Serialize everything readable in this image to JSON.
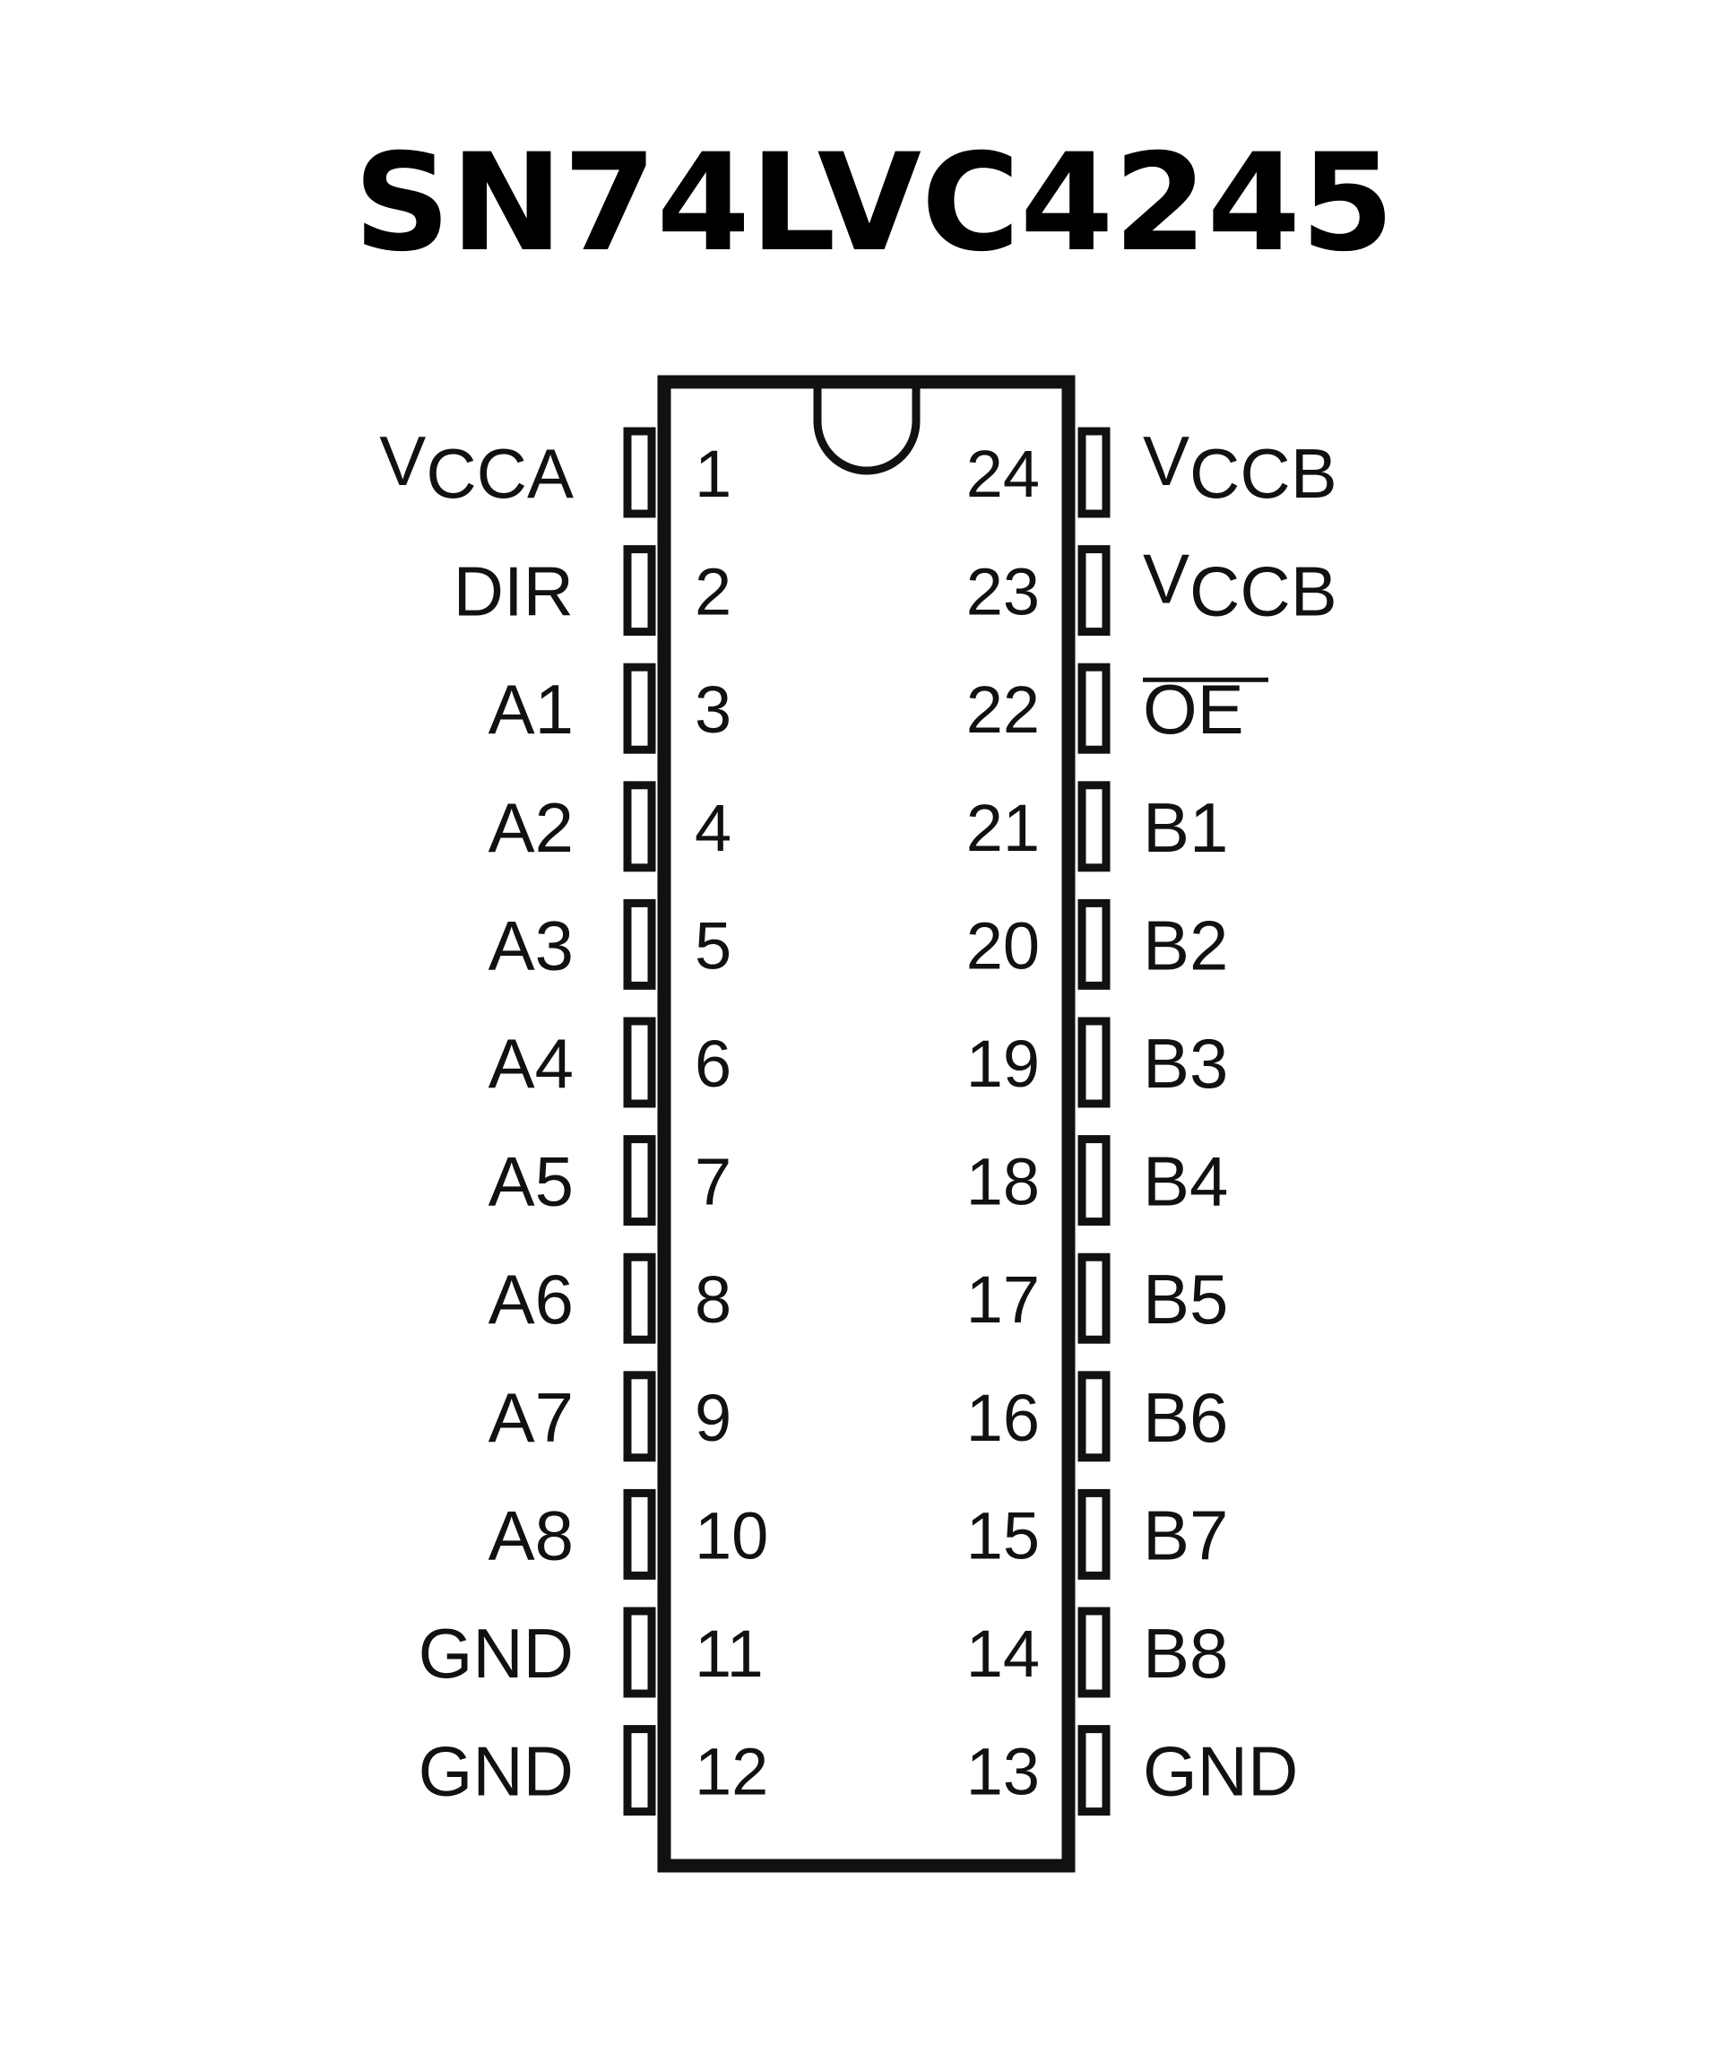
{
  "title": "SN74LVC4245",
  "left_pins": [
    {
      "number": "1",
      "label_main": "V",
      "label_sub": "CCA"
    },
    {
      "number": "2",
      "label_main": "DIR",
      "label_sub": ""
    },
    {
      "number": "3",
      "label_main": "A1",
      "label_sub": ""
    },
    {
      "number": "4",
      "label_main": "A2",
      "label_sub": ""
    },
    {
      "number": "5",
      "label_main": "A3",
      "label_sub": ""
    },
    {
      "number": "6",
      "label_main": "A4",
      "label_sub": ""
    },
    {
      "number": "7",
      "label_main": "A5",
      "label_sub": ""
    },
    {
      "number": "8",
      "label_main": "A6",
      "label_sub": ""
    },
    {
      "number": "9",
      "label_main": "A7",
      "label_sub": ""
    },
    {
      "number": "10",
      "label_main": "A8",
      "label_sub": ""
    },
    {
      "number": "11",
      "label_main": "GND",
      "label_sub": ""
    },
    {
      "number": "12",
      "label_main": "GND",
      "label_sub": ""
    }
  ],
  "right_pins": [
    {
      "number": "24",
      "label_main": "V",
      "label_sub": "CCB",
      "overbar": false
    },
    {
      "number": "23",
      "label_main": "V",
      "label_sub": "CCB",
      "overbar": false
    },
    {
      "number": "22",
      "label_main": "OE",
      "label_sub": "",
      "overbar": true
    },
    {
      "number": "21",
      "label_main": "B1",
      "label_sub": "",
      "overbar": false
    },
    {
      "number": "20",
      "label_main": "B2",
      "label_sub": "",
      "overbar": false
    },
    {
      "number": "19",
      "label_main": "B3",
      "label_sub": "",
      "overbar": false
    },
    {
      "number": "18",
      "label_main": "B4",
      "label_sub": "",
      "overbar": false
    },
    {
      "number": "17",
      "label_main": "B5",
      "label_sub": "",
      "overbar": false
    },
    {
      "number": "16",
      "label_main": "B6",
      "label_sub": "",
      "overbar": false
    },
    {
      "number": "15",
      "label_main": "B7",
      "label_sub": "",
      "overbar": false
    },
    {
      "number": "14",
      "label_main": "B8",
      "label_sub": "",
      "overbar": false
    },
    {
      "number": "13",
      "label_main": "GND",
      "label_sub": "",
      "overbar": false
    }
  ]
}
